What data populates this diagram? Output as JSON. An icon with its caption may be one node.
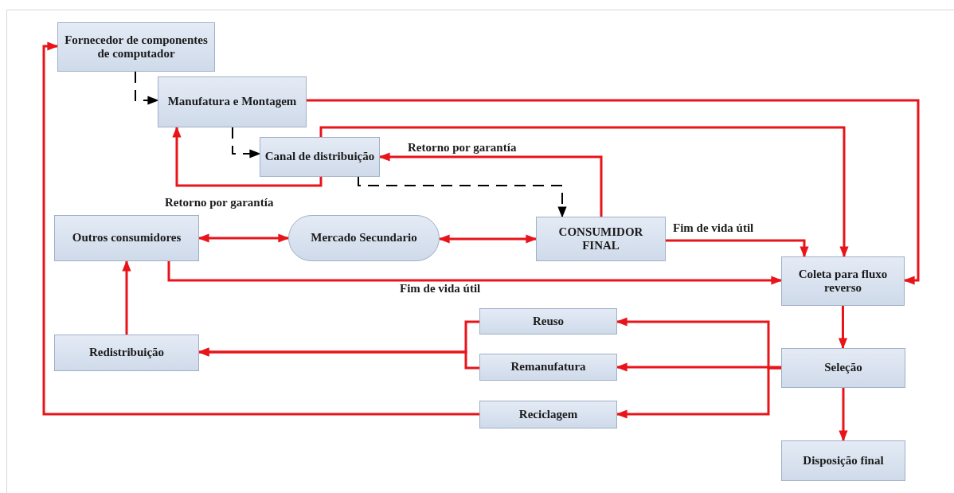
{
  "diagram": {
    "nodes": [
      {
        "text": [
          "Fornecedor de componentes de computador"
        ]
      },
      {
        "text": [
          "Manufatura e Montagem"
        ]
      },
      {
        "text": [
          "Canal de distribuição"
        ]
      },
      {
        "text": [
          "Outros consumidores"
        ]
      },
      {
        "text": [
          "Mercado Secundario"
        ]
      },
      {
        "text": [
          "CONSUMIDOR FINAL"
        ]
      },
      {
        "text": [
          "Coleta para fluxo reverso"
        ]
      },
      {
        "text": [
          "Reuso"
        ]
      },
      {
        "text": [
          "Remanufatura"
        ]
      },
      {
        "text": [
          "Redistribuição"
        ]
      },
      {
        "text": [
          "Seleção"
        ]
      },
      {
        "text": [
          "Reciclagem"
        ]
      },
      {
        "text": [
          "Disposição final"
        ]
      }
    ],
    "edges": [
      {
        "from": 0,
        "to": 1,
        "arrow": "to",
        "style": "dashed",
        "color": "#000000"
      },
      {
        "from": 1,
        "to": 2,
        "arrow": "to",
        "style": "dashed",
        "color": "#000000"
      },
      {
        "from": 2,
        "to": 5,
        "arrow": "to",
        "style": "dashed",
        "color": "#000000"
      },
      {
        "from": 2,
        "to": 1,
        "arrow": "to",
        "label": "Retorno por garantía"
      },
      {
        "from": 5,
        "to": 2,
        "arrow": "to",
        "label": "Retorno por garantía"
      },
      {
        "from": 1,
        "to": 6,
        "arrow": "to"
      },
      {
        "from": 2,
        "to": 6,
        "arrow": "to"
      },
      {
        "from": 5,
        "to": 6,
        "arrow": "to",
        "label": "Fim de vida útil"
      },
      {
        "from": 3,
        "to": 4,
        "arrow": "both"
      },
      {
        "from": 4,
        "to": 5,
        "arrow": "both"
      },
      {
        "from": 3,
        "to": 6,
        "arrow": "to",
        "label": "Fim de vida útil"
      },
      {
        "from": 9,
        "to": 3,
        "arrow": "to"
      },
      {
        "from": 6,
        "to": 10,
        "arrow": "to"
      },
      {
        "from": 10,
        "to": 12,
        "arrow": "to"
      },
      {
        "from": 10,
        "to": 7,
        "arrow": "to"
      },
      {
        "from": 10,
        "to": 8,
        "arrow": "to"
      },
      {
        "from": 10,
        "to": 11,
        "arrow": "to"
      },
      {
        "from": 7,
        "to": 9,
        "arrow": "to"
      },
      {
        "from": 8,
        "to": 9,
        "arrow": "to"
      },
      {
        "from": 11,
        "to": 0,
        "arrow": "to"
      }
    ]
  }
}
